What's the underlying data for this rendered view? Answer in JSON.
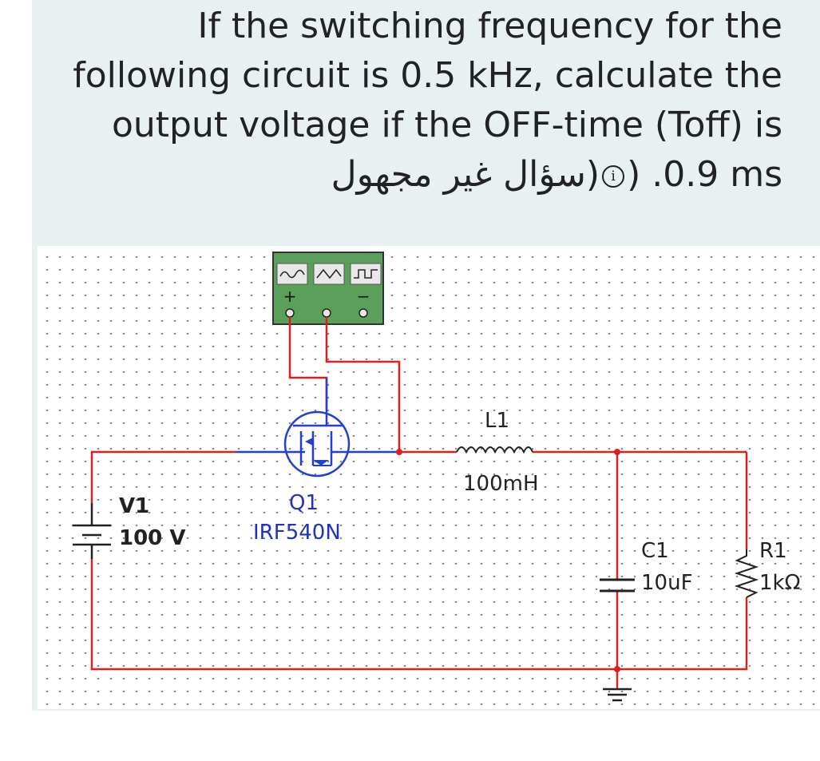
{
  "question": {
    "line1": "If the switching frequency for the",
    "line2": "following circuit is 0.5 kHz, calculate the",
    "line3": "output voltage if the OFF-time (Toff) is",
    "value": ".0.9 ms",
    "unanswered_note_open": "(سؤال غير مجهول",
    "info_glyph": "i",
    "unanswered_note_close": ")"
  },
  "circuit": {
    "source": {
      "name": "V1",
      "value": "100 V"
    },
    "switch": {
      "name": "Q1",
      "part": "IRF540N"
    },
    "inductor": {
      "name": "L1",
      "value": "100mH"
    },
    "capacitor": {
      "name": "C1",
      "value": "10uF"
    },
    "resistor": {
      "name": "R1",
      "value": "1kΩ"
    },
    "function_generator": {
      "plus": "+",
      "minus": "−"
    },
    "colors": {
      "wire": "#e01e1e",
      "gate_wire": "#1f3fd6",
      "generator": "#5aa05a"
    }
  }
}
